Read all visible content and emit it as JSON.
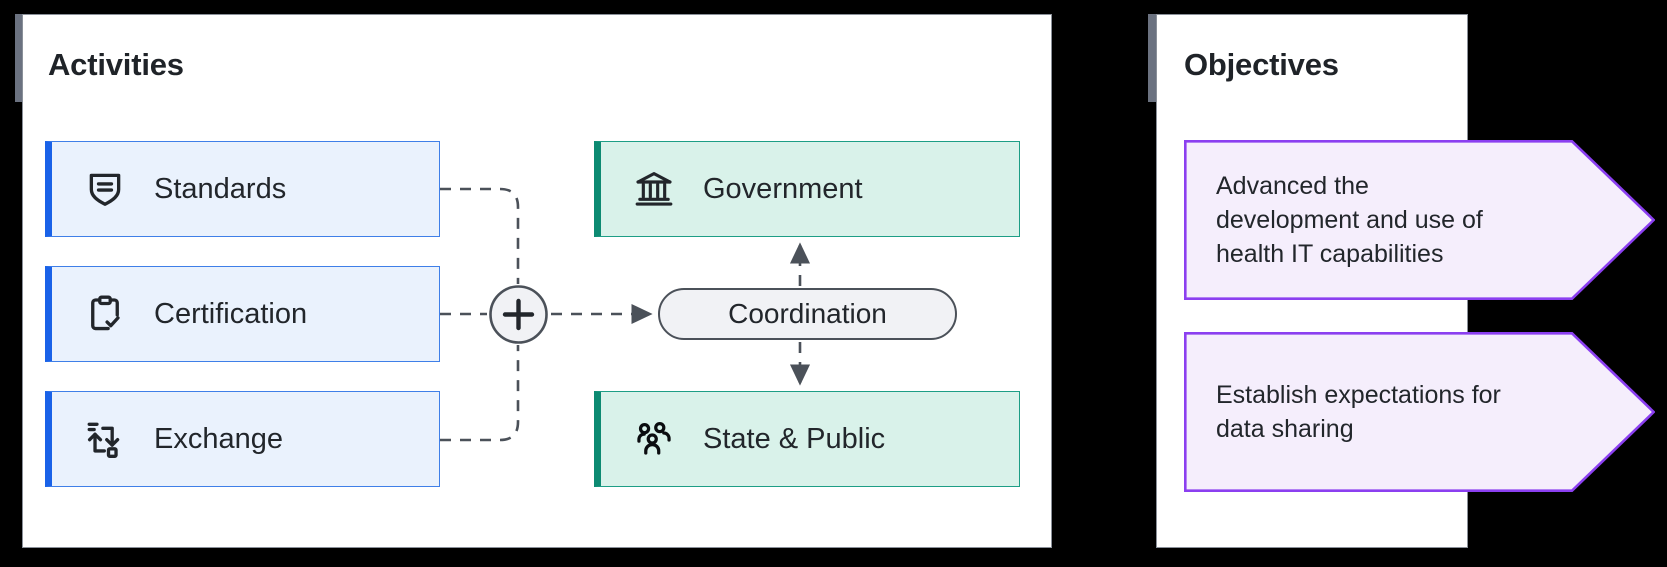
{
  "panels": {
    "activities": {
      "title": "Activities",
      "accent_color": "#6b7280",
      "cards": [
        {
          "label": "Standards",
          "icon": "shield-icon",
          "accent_color": "#1a62e8",
          "fill_color": "#eaf2fd"
        },
        {
          "label": "Certification",
          "icon": "clipboard-check-icon",
          "accent_color": "#1a62e8",
          "fill_color": "#eaf2fd"
        },
        {
          "label": "Exchange",
          "icon": "data-exchange-icon",
          "accent_color": "#1a62e8",
          "fill_color": "#eaf2fd"
        }
      ]
    },
    "stakeholders": {
      "cards": [
        {
          "label": "Government",
          "icon": "bank-icon",
          "accent_color": "#0d8a72",
          "fill_color": "#d9f2ea"
        },
        {
          "label": "State & Public",
          "icon": "people-icon",
          "accent_color": "#0d8a72",
          "fill_color": "#d9f2ea"
        }
      ]
    },
    "objectives": {
      "title": "Objectives",
      "accent_color": "#6b7280",
      "items": [
        {
          "text": "Advanced the development and use of health IT capabilities",
          "fill_color": "#f5eefc",
          "stroke_color": "#8b3ff0"
        },
        {
          "text": "Establish expectations for data sharing",
          "fill_color": "#f5eefc",
          "stroke_color": "#8b3ff0"
        }
      ]
    }
  },
  "connectors": {
    "junction_icon": "plus-icon",
    "coordination_label": "Coordination",
    "line_color": "#4b5159",
    "line_style": "dashed"
  }
}
